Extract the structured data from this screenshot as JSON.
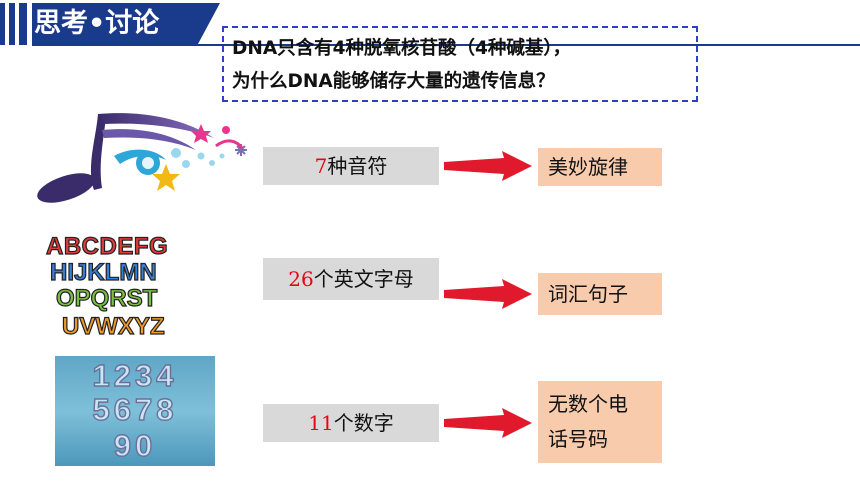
{
  "header": {
    "title": "思考•讨论"
  },
  "question": {
    "line1": "DNA只含有4种脱氧核苷酸（4种碱基），",
    "line2": "为什么DNA能够储存大量的遗传信息？"
  },
  "rows": [
    {
      "num": "7",
      "label": "种音符",
      "result_lines": [
        "美妙旋律"
      ],
      "image": "music-note-image"
    },
    {
      "num": "26",
      "label": "个英文字母",
      "result_lines": [
        "词汇句子"
      ],
      "image": "alphabet-letters-image"
    },
    {
      "num": "11",
      "label": "个数字",
      "result_lines": [
        "无数个电",
        "话号码"
      ],
      "image": "number-digits-image"
    }
  ],
  "images": {
    "alphabet_rows": [
      "ABCDEFG",
      "HIJKLMN",
      "OPQRST",
      "UVWXYZ"
    ],
    "digit_rows": [
      "1234",
      "5678",
      "90"
    ]
  },
  "colors": {
    "accent": "#1a3a8c",
    "highlight": "#e30613",
    "left_box": "#d9d9d9",
    "right_box": "#f8cbad",
    "arrow": "#e0192d",
    "dash": "#2b3fc7"
  }
}
